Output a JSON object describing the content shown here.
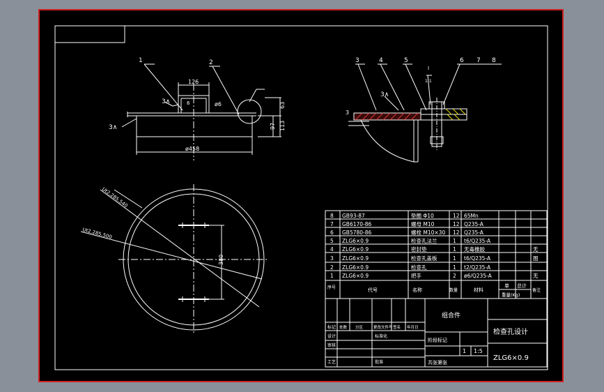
{
  "colors": {
    "background": "#8a9099",
    "border": "#cc1f1f",
    "sheet": "#000000",
    "line": "#ffffff",
    "hatch": "#d63b3b",
    "accent_yellow": "#e8e000"
  },
  "top_view": {
    "leaders": [
      "1",
      "2"
    ],
    "weld": "3",
    "dims": {
      "top_width": "126",
      "hole": "6",
      "d_small": "6",
      "h1": "63",
      "h2": "113",
      "h3": "97",
      "diameter": "ø458"
    }
  },
  "detail_view": {
    "leaders": [
      "3",
      "4",
      "5",
      "6",
      "7",
      "8"
    ],
    "section_label": "I",
    "scale_label": "1:1",
    "weld": "3",
    "dim": "3"
  },
  "plan_view": {
    "dim_a": "Ut2,285,540",
    "dim_b": "Ut2,285,500",
    "dim_c": "380"
  },
  "parts_list": {
    "rows": [
      {
        "no": "8",
        "code": "GB93-87",
        "name": "垫圈 Φ10",
        "qty": "12",
        "material": "65Mn",
        "note": ""
      },
      {
        "no": "7",
        "code": "GB6170-86",
        "name": "螺母 M10",
        "qty": "12",
        "material": "Q235-A",
        "note": ""
      },
      {
        "no": "6",
        "code": "GB5780-86",
        "name": "螺栓 M10×30",
        "qty": "12",
        "material": "Q235-A",
        "note": ""
      },
      {
        "no": "5",
        "code": "ZLG6×0.9",
        "name": "检查孔法兰",
        "qty": "1",
        "material": "t6/Q235-A",
        "note": ""
      },
      {
        "no": "4",
        "code": "ZLG6×0.9",
        "name": "密封垫",
        "qty": "1",
        "material": "无毒橡胶",
        "note": "无"
      },
      {
        "no": "3",
        "code": "ZLG6×0.9",
        "name": "检查孔盖板",
        "qty": "1",
        "material": "t6/Q235-A",
        "note": "图"
      },
      {
        "no": "2",
        "code": "ZLG6×0.9",
        "name": "检查孔",
        "qty": "1",
        "material": "t2/Q235-A",
        "note": ""
      },
      {
        "no": "1",
        "code": "ZLG6×0.9",
        "name": "把手",
        "qty": "2",
        "material": "ø6/Q235-A",
        "note": "无"
      }
    ],
    "headers": {
      "no": "序号",
      "code": "代号",
      "name": "名称",
      "qty": "数量",
      "material": "材料",
      "unit_weight": "单",
      "total_weight": "总计",
      "weight_unit": "重量(Kg)",
      "note": "备注"
    }
  },
  "title_block": {
    "assembly_label": "组合件",
    "drawing_title": "检查孔设计",
    "drawing_code": "ZLG6×0.9",
    "qty": "1",
    "scale": "1:5",
    "sheet_label": "共张第张",
    "stage_label": "阶段标记",
    "row_labels": [
      "标记",
      "设计",
      "审核",
      "工艺"
    ],
    "col_labels": [
      "处数",
      "分区",
      "更改文件号",
      "签名",
      "年月日"
    ],
    "std_label": "标准化",
    "approve_label": "批准"
  }
}
